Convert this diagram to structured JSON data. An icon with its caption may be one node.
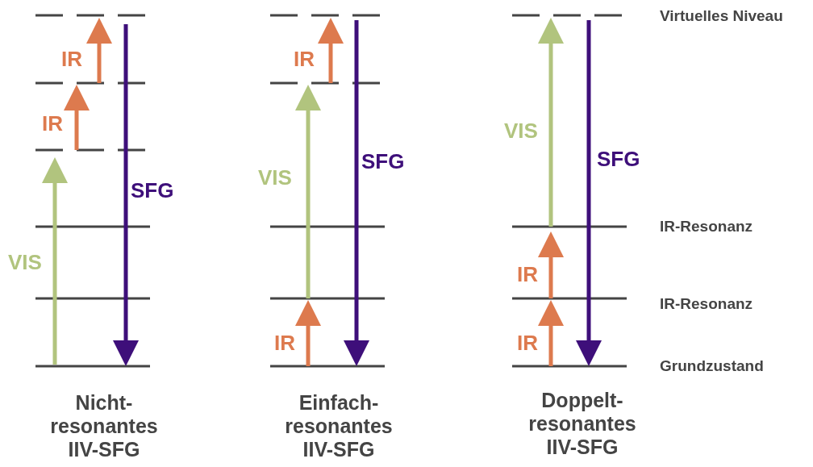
{
  "diagram": {
    "labels": [
      "Virtuelles Niveau",
      "IR-Resonanz",
      "IR-Resonanz",
      "Grundzustand",
      "IR",
      "IR",
      "SFG",
      "VIS",
      "Nicht- resonantes IIV-SFG",
      "IR",
      "SFG",
      "VIS",
      "IR",
      "Einfach- resonantes IIV-SFG",
      "VIS",
      "SFG",
      "IR",
      "IR",
      "Doppelt- resonantes IIV-SFG"
    ]
  }
}
